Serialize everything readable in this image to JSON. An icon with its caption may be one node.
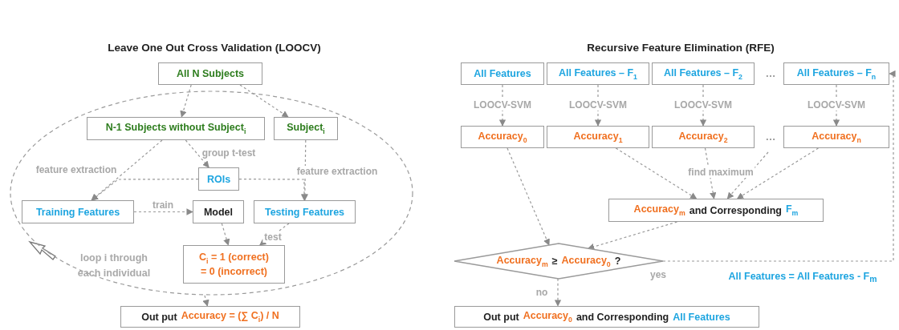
{
  "diagram": {
    "nodes": [
      {
        "text": [
          "All N Subjects"
        ]
      },
      {
        "text": [],
        "shape": "ellipse",
        "beside": [
          "loop i through each individual"
        ]
      },
      {
        "text": [
          "N-1 Subjects without Subject$_{i}$"
        ],
        "in": 1
      },
      {
        "text": [
          "Subject$_{i}$"
        ],
        "in": 1
      },
      {
        "text": [
          "ROIs"
        ],
        "in": 1
      },
      {
        "text": [
          "Training Features"
        ],
        "in": 1
      },
      {
        "text": [
          "Model"
        ],
        "in": 1
      },
      {
        "text": [
          "Testing Features"
        ],
        "in": 1
      },
      {
        "text": [
          "C$_{i}$ = 1 (correct)",
          "= 0 (incorrect)"
        ],
        "in": 1
      },
      {
        "text": [
          "Out put",
          "Accuracy = (∑ C$_{i}$) / N"
        ]
      },
      {
        "text": [
          "All Features"
        ]
      },
      {
        "text": [
          "All Features – F$_{1}$"
        ]
      },
      {
        "text": [
          "All Features – F$_{2}$"
        ]
      },
      {
        "text": [
          "All Features – F$_{n}$"
        ]
      },
      {
        "text": [
          "Accuracy$_{0}$"
        ]
      },
      {
        "text": [
          "Accuracy$_{1}$"
        ]
      },
      {
        "text": [
          "Accuracy$_{2}$"
        ]
      },
      {
        "text": [
          "Accuracy$_{n}$"
        ]
      },
      {
        "text": [
          "Accuracy$_{m}$",
          "and Corresponding",
          "F$_{m}$"
        ]
      },
      {
        "text": [
          "Accuracy$_{m}$",
          "≥",
          "Accuracy$_{0}$",
          "?"
        ]
      },
      {
        "text": [
          "Out put",
          "Accuracy$_{0}$",
          "and Corresponding",
          "All Features"
        ]
      }
    ],
    "edges": [
      {
        "from": 0,
        "to": 2,
        "arrow": "to"
      },
      {
        "from": 0,
        "to": 3,
        "arrow": "to"
      },
      {
        "from": 2,
        "to": 4,
        "arrow": "to",
        "label": "group t-test"
      },
      {
        "from": 2,
        "to": 5,
        "arrow": "to",
        "label": "feature extraction"
      },
      {
        "from": 4,
        "to": 5,
        "arrow": "to"
      },
      {
        "from": 3,
        "to": 7,
        "arrow": "to",
        "label": "feature extraction"
      },
      {
        "from": 4,
        "to": 7,
        "arrow": "to"
      },
      {
        "from": 5,
        "to": 6,
        "arrow": "to",
        "label": "train"
      },
      {
        "from": 6,
        "to": 8,
        "arrow": "to"
      },
      {
        "from": 7,
        "to": 8,
        "arrow": "to",
        "label": "test"
      },
      {
        "from": 1,
        "to": 9,
        "arrow": "to"
      },
      {
        "from": 10,
        "to": 14,
        "arrow": "to",
        "label": "LOOCV-SVM"
      },
      {
        "from": 11,
        "to": 15,
        "arrow": "to",
        "label": "LOOCV-SVM"
      },
      {
        "from": 12,
        "to": 16,
        "arrow": "to",
        "label": "LOOCV-SVM"
      },
      {
        "from": 13,
        "to": 17,
        "arrow": "to",
        "label": "LOOCV-SVM"
      },
      {
        "from": 15,
        "to": 18,
        "arrow": "to"
      },
      {
        "from": 16,
        "to": 18,
        "arrow": "to",
        "label": "find maximum"
      },
      {
        "from": null,
        "to": 18,
        "arrow": "to"
      },
      {
        "from": 17,
        "to": 18,
        "arrow": "to"
      },
      {
        "from": 14,
        "to": 19,
        "arrow": "to"
      },
      {
        "from": 18,
        "to": 19,
        "arrow": "to"
      },
      {
        "from": 19,
        "to": 20,
        "arrow": "to",
        "label": "no"
      },
      {
        "from": 19,
        "to": 13,
        "arrow": "to",
        "label": "yes"
      }
    ],
    "labels": [
      "Leave One Out Cross Validation (LOOCV)",
      "Recursive Feature Elimination (RFE)",
      "…",
      "…",
      "All Features = All Features - F$_{m}$"
    ]
  }
}
